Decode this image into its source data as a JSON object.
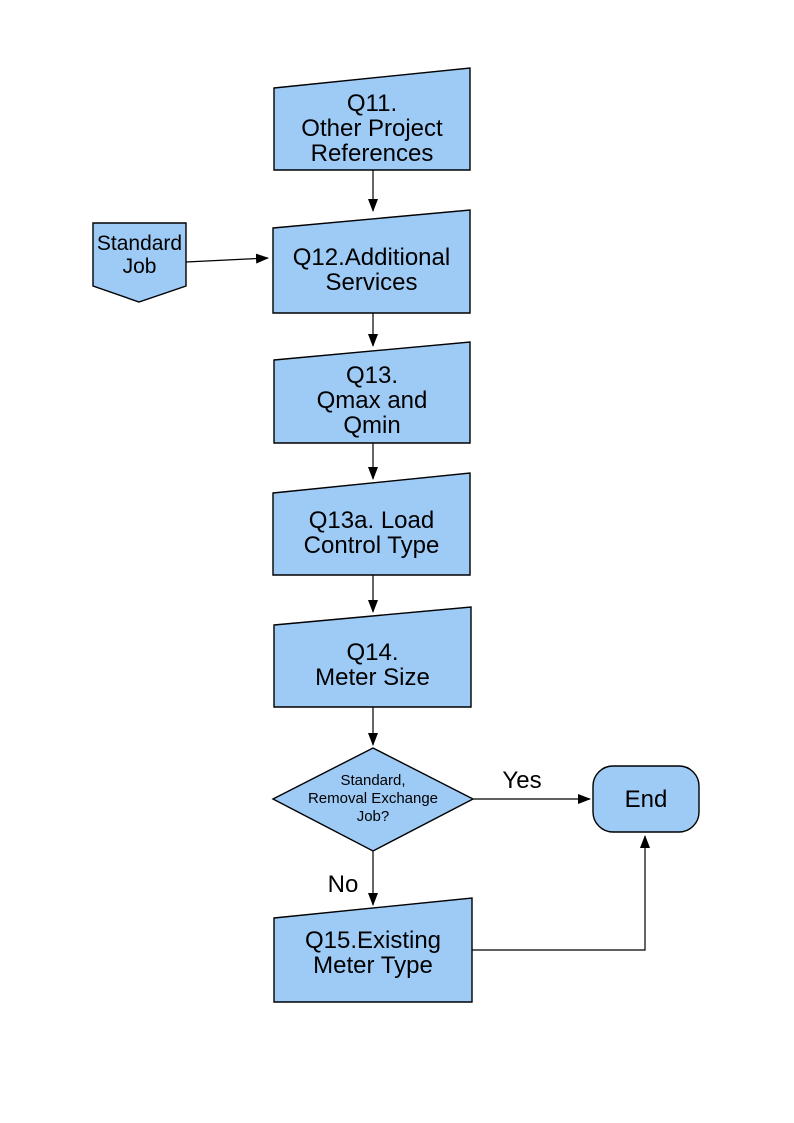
{
  "diagram": {
    "colors": {
      "node_fill": "#9ECBF6",
      "node_border": "#000000",
      "connector": "#000000",
      "text": "#000000",
      "page_background": "#FFFFFF"
    },
    "nodes": {
      "q11": {
        "shape": "manual-input",
        "label": "Q11.\nOther Project\nReferences"
      },
      "standard_job": {
        "shape": "pentagon-down",
        "label": "Standard\nJob"
      },
      "q12": {
        "shape": "manual-input",
        "label": "Q12.Additional\nServices"
      },
      "q13": {
        "shape": "manual-input",
        "label": "Q13.\nQmax and\nQmin"
      },
      "q13a": {
        "shape": "manual-input",
        "label": "Q13a. Load\nControl Type"
      },
      "q14": {
        "shape": "manual-input",
        "label": "Q14.\nMeter Size"
      },
      "decision": {
        "shape": "diamond",
        "label": "Standard,\nRemoval Exchange\nJob?"
      },
      "q15": {
        "shape": "manual-input",
        "label": "Q15.Existing\nMeter Type"
      },
      "end": {
        "shape": "terminator",
        "label": "End"
      }
    },
    "edge_labels": {
      "yes": "Yes",
      "no": "No"
    },
    "edges": [
      {
        "from": "q11",
        "to": "q12",
        "label": ""
      },
      {
        "from": "standard_job",
        "to": "q12",
        "label": ""
      },
      {
        "from": "q12",
        "to": "q13",
        "label": ""
      },
      {
        "from": "q13",
        "to": "q13a",
        "label": ""
      },
      {
        "from": "q13a",
        "to": "q14",
        "label": ""
      },
      {
        "from": "q14",
        "to": "decision",
        "label": ""
      },
      {
        "from": "decision",
        "to": "end",
        "label": "Yes"
      },
      {
        "from": "decision",
        "to": "q15",
        "label": "No"
      },
      {
        "from": "q15",
        "to": "end",
        "label": ""
      }
    ]
  }
}
